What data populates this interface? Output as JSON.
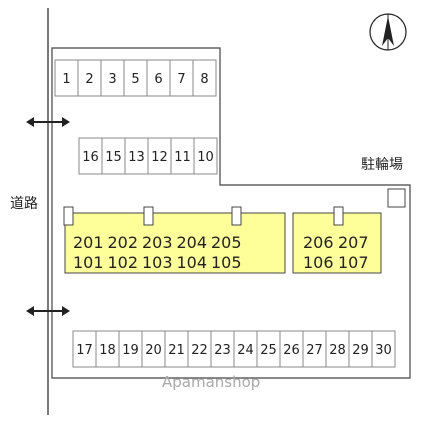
{
  "labels": {
    "road": "道路",
    "bicycle_parking": "駐輪場",
    "watermark": "Apamanshop"
  },
  "colors": {
    "building": "#ffff99",
    "outline": "#444444",
    "stall_outline": "#888888"
  },
  "parking": {
    "top_row": [
      "1",
      "2",
      "3",
      "5",
      "6",
      "7",
      "8"
    ],
    "second_row": [
      "16",
      "15",
      "13",
      "12",
      "11",
      "10"
    ],
    "bottom_row": [
      "17",
      "18",
      "19",
      "20",
      "21",
      "22",
      "23",
      "24",
      "25",
      "26",
      "27",
      "28",
      "29",
      "30"
    ]
  },
  "buildings": [
    {
      "upper": [
        "201",
        "202",
        "203",
        "204",
        "205"
      ],
      "lower": [
        "101",
        "102",
        "103",
        "104",
        "105"
      ]
    },
    {
      "upper": [
        "206",
        "207"
      ],
      "lower": [
        "106",
        "107"
      ]
    }
  ],
  "icons": {
    "compass": "north-arrow-icon",
    "road_access": "double-arrow-icon"
  }
}
